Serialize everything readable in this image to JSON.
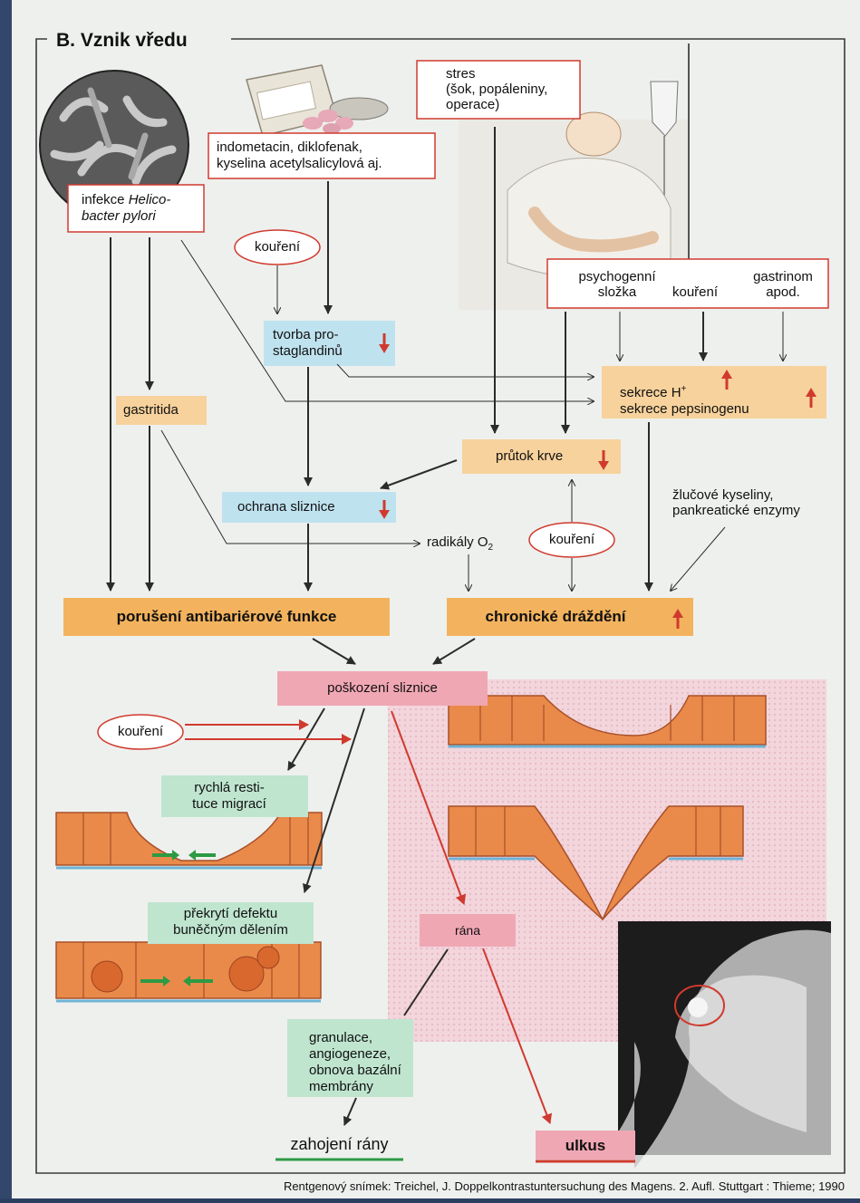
{
  "title": "B. Vznik vředu",
  "colors": {
    "page_bg": "#eef0ee",
    "frame": "#3a3a3a",
    "red": "#d03a2e",
    "blue_box": "#bfe2ef",
    "orange_box": "#f3b35e",
    "pink_box": "#f0a7b4",
    "green_box": "#bfe5cf",
    "cells": "#e98a4a"
  },
  "nodes": {
    "h_pylori": {
      "line1": "infekce ",
      "italic1": "Helico-",
      "italic2": "bacter pylori"
    },
    "nsaid": {
      "line1": "indometacin, diklofenak,",
      "line2": "kyselina acetylsalicylová aj."
    },
    "stres": {
      "line1": "stres",
      "line2": "(šok, popáleniny,",
      "line3": "operace)"
    },
    "koureni_top": "kouření",
    "prostaglandins": {
      "line1": "tvorba pro-",
      "line2": "staglandinů"
    },
    "psychogenni": {
      "line1": "psychogenní",
      "line2": "složka"
    },
    "koureni_factor": "kouření",
    "gastrinom": {
      "line1": "gastrinom",
      "line2": "apod."
    },
    "sekrece": {
      "line1": "sekrece H",
      "sup": "+",
      "line2": "sekrece pepsinogenu"
    },
    "gastritida": "gastritida",
    "prutok": "průtok krve",
    "ochrana": "ochrana sliznice",
    "zlucove": {
      "line1": "žlučové kyseliny,",
      "line2": "pankreatické enzymy"
    },
    "radikaly": {
      "main": "radikály O",
      "sub": "2"
    },
    "koureni_mid": "kouření",
    "poruseni": "porušení antibariérové funkce",
    "chronicke": "chronické dráždění",
    "poskozeni": "poškození sliznice",
    "koureni_low": "kouření",
    "rychla": {
      "line1": "rychlá resti-",
      "line2": "tuce migrací"
    },
    "prekryti": {
      "line1": "překrytí defektu",
      "line2": "buněčným dělením"
    },
    "rana": "rána",
    "granulace": {
      "line1": "granulace,",
      "line2": "angiogeneze,",
      "line3": "obnova bazální",
      "line4": "membrány"
    },
    "zahojeni": "zahojení rány",
    "ulkus": "ulkus"
  },
  "trend_arrows": {
    "prostaglandins": "down",
    "sekrece_h": "up",
    "sekrece_pepsinogen": "up",
    "prutok": "down",
    "ochrana": "down",
    "chronicke": "up"
  },
  "icons": [
    "micrograph-image",
    "pill-bottle-image",
    "patient-infusion-image",
    "xray-image",
    "cell-layer-illustration"
  ],
  "footer": "Rentgenový snímek: Treichel, J. Doppelkontrastuntersuchung des Magens. 2. Aufl. Stuttgart : Thieme; 1990"
}
